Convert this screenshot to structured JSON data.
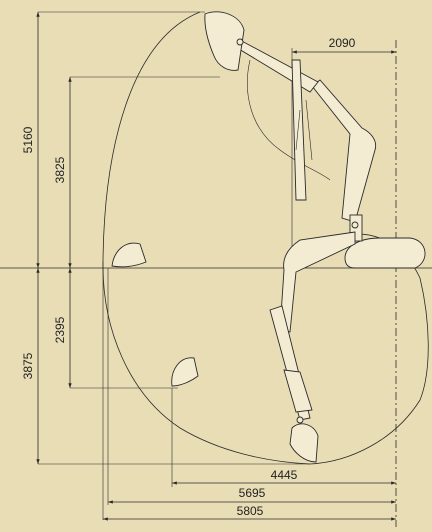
{
  "dimensions": {
    "max_digging_height": "5160",
    "max_dump_height": "3825",
    "max_vertical_wall_depth": "2395",
    "max_digging_depth": "3875",
    "min_swing_radius": "2090",
    "max_digging_depth_reach": "4445",
    "max_ground_reach": "5695",
    "max_reach": "5805"
  }
}
